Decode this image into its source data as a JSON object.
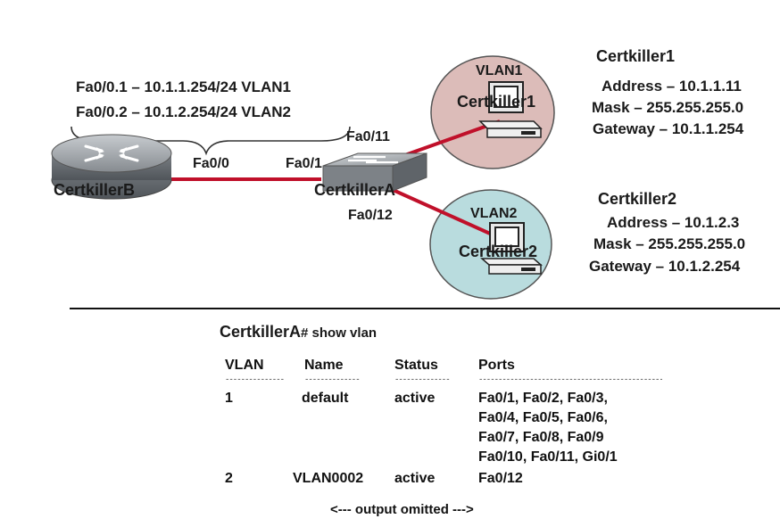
{
  "router": {
    "name": "CertkillerB",
    "port": "Fa0/0",
    "subif1": "Fa0/0.1 – 10.1.1.254/24 VLAN1",
    "subif2": "Fa0/0.2 – 10.1.2.254/24 VLAN2"
  },
  "switch": {
    "name": "CertkillerA",
    "port_router": "Fa0/1",
    "port_host1": "Fa0/11",
    "port_host2": "Fa0/12"
  },
  "host1": {
    "vlan": "VLAN1",
    "name": "Certkiller1",
    "title": "Certkiller1",
    "address": "Address – 10.1.1.11",
    "mask": "Mask – 255.255.255.0",
    "gateway": "Gateway – 10.1.1.254"
  },
  "host2": {
    "vlan": "VLAN2",
    "name": "Certkiller2",
    "title": "Certkiller2",
    "address": "Address – 10.1.2.3",
    "mask": "Mask – 255.255.255.0",
    "gateway": "Gateway – 10.1.2.254"
  },
  "colors": {
    "link": "#c0102a",
    "vlan1_fill": "#dcbcb9",
    "vlan2_fill": "#b9dcde",
    "device": "#8f9499"
  },
  "icons": [
    "router-icon",
    "switch-icon",
    "pc-icon"
  ],
  "vlan_output": {
    "prompt": "CertkillerA",
    "command": "# show vlan",
    "headers": {
      "vlan": "VLAN",
      "name": "Name",
      "status": "Status",
      "ports": "Ports"
    },
    "rows": [
      {
        "vlan": "1",
        "name": "default",
        "status": "active",
        "ports": [
          "Fa0/1, Fa0/2, Fa0/3,",
          "Fa0/4, Fa0/5, Fa0/6,",
          "Fa0/7, Fa0/8, Fa0/9",
          "Fa0/10, Fa0/11, Gi0/1"
        ]
      },
      {
        "vlan": "2",
        "name": "VLAN0002",
        "status": "active",
        "ports": [
          "Fa0/12"
        ]
      }
    ],
    "footer": "<--- output omitted --->"
  }
}
